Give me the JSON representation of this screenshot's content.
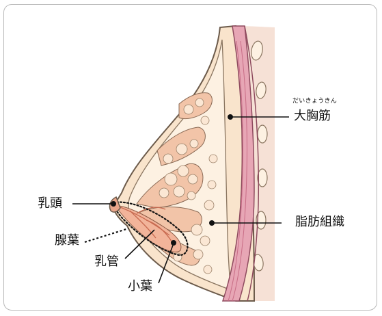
{
  "labels": {
    "nipple": "乳頭",
    "gland_lobe": "腺葉",
    "milk_duct": "乳管",
    "lobule": "小葉",
    "pectoralis_major": "大胸筋",
    "pectoralis_major_ruby": "だいきょうきん",
    "adipose_tissue": "脂肪組織"
  },
  "colors": {
    "skin_outline": "#6b5a4a",
    "fat": "#f9e4cc",
    "fat_light": "#fdf1e2",
    "gland": "#f2b49a",
    "muscle": "#e7a6b5",
    "muscle_dark": "#c86d86",
    "duct": "#e98d73",
    "leader_line": "#111111"
  }
}
